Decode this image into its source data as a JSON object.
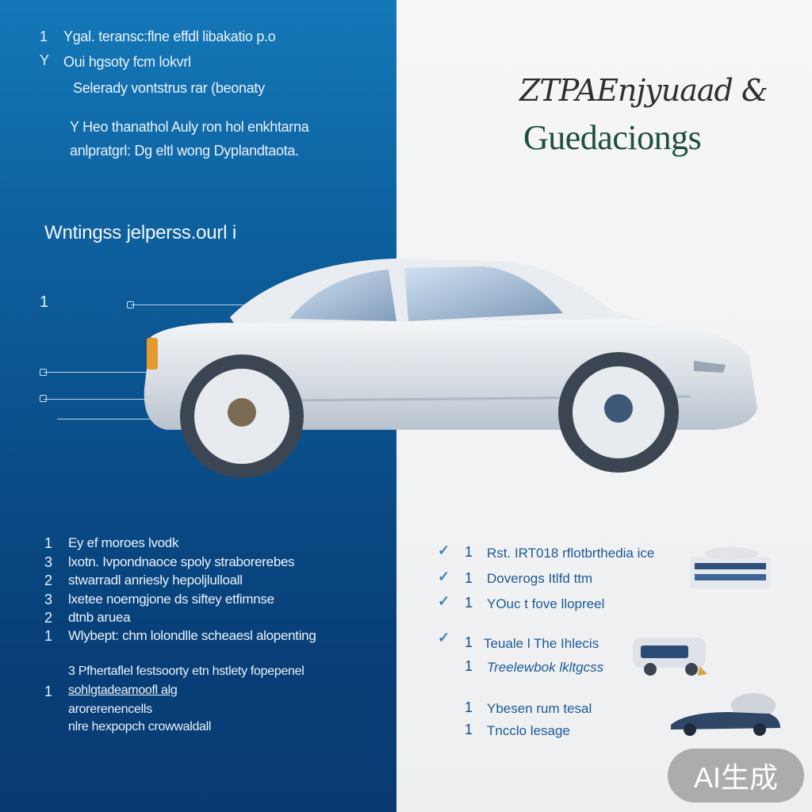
{
  "top_list": [
    {
      "num": "1",
      "text": "Ygal. teransc:flne effdl libakatio p.o"
    },
    {
      "num": "Y",
      "text": "Oui hgsoty fcm lokvrl"
    },
    {
      "num": "",
      "text": "Selerady vontstrus rar (beonaty"
    }
  ],
  "intro_paragraph": [
    "Y Heo thanathol Auly ron hol enkhtarna",
    "anlpratgrl: Dg eltl wong Dyplandtaota."
  ],
  "section_title": "Wntingss jelperss.ourl i",
  "callout_number": "1",
  "heading_line1": "ZTPAEnjyuaad &",
  "heading_line2": "Guedaciongs",
  "feature_list": [
    {
      "num": "1",
      "text": "Ey ef moroes lvodk"
    },
    {
      "num": "3",
      "text": "lxotn. Ivpondnaoce spoly straborerebes"
    },
    {
      "num": "2",
      "text": "stwarradl anriesly hepoljlulloall"
    },
    {
      "num": "3",
      "text": "lxetee noemgjone ds siftey etfimnse"
    },
    {
      "num": "2",
      "text": "dtnb aruea"
    },
    {
      "num": "1",
      "text": "Wlybept: chm lolondlle scheaesl alopenting"
    }
  ],
  "bottom_paragraph": [
    {
      "num": "",
      "text": "3 Pfhertaflel festsoorty etn hstlety fopepenel"
    },
    {
      "num": "1",
      "text": "sohlgtadeamoofl alg"
    },
    {
      "num": "",
      "text": "arorerenencells"
    },
    {
      "num": "",
      "text": "nlre hexpopch crowwaldall"
    }
  ],
  "right_list_group1": [
    {
      "check": "✓",
      "num": "1",
      "text": "Rst. IRT018 rflotbrthedia ice"
    },
    {
      "check": "✓",
      "num": "1",
      "text": "Doverogs Itlfd ttm"
    },
    {
      "check": "✓",
      "num": "1",
      "text": "YOuc t fove llopreel"
    }
  ],
  "right_list_group2": [
    {
      "check": "✓",
      "num": "1",
      "text": "Teuale l The Ihlecis"
    },
    {
      "check": "",
      "num": "1",
      "text": "Treelewbok lkltgcss"
    }
  ],
  "right_list_group3": [
    {
      "num": "1",
      "text": "Ybesen rum tesal"
    },
    {
      "num": "1",
      "text": "Tncclo lesage"
    }
  ],
  "watermark": "AI生成",
  "colors": {
    "panel_blue": "#0a4f8a",
    "accent_blue": "#1d5a94",
    "heading_green": "#1f4f3e"
  }
}
